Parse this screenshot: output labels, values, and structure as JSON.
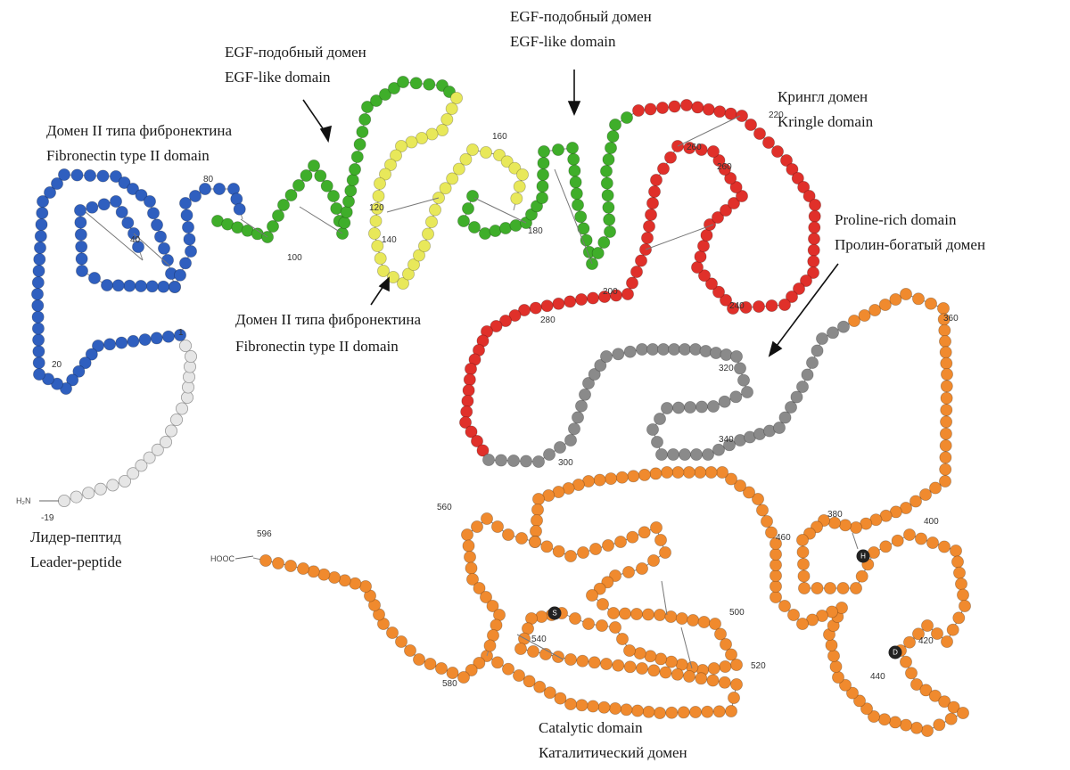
{
  "domain_labels": {
    "egf1_ru": "EGF-подобный домен",
    "egf1_en": "EGF-like domain",
    "egf2_ru": "EGF-подобный домен",
    "egf2_en": "EGF-like domain",
    "fn1_ru": "Домен II типа фибронектина",
    "fn1_en": "Fibronectin type II  domain",
    "fn2_ru": "Домен II типа фибронектина",
    "fn2_en": "Fibronectin type II  domain",
    "kringle_ru": "Крингл домен",
    "kringle_en": "Kringle domain",
    "proline_en": "Proline-rich domain",
    "proline_ru": "Пролин-богатый домен",
    "leader_ru": "Лидер-пептид",
    "leader_en": "Leader-peptide",
    "catalytic_en": "Catalytic domain",
    "catalytic_ru": "Каталитический домен"
  },
  "termini": {
    "n_term": "H₂N",
    "c_term": "HOOC"
  },
  "position_numbers": [
    "-19",
    "1",
    "20",
    "40",
    "80",
    "100",
    "120",
    "140",
    "160",
    "180",
    "200",
    "220",
    "240",
    "260",
    "260",
    "280",
    "300",
    "320",
    "340",
    "360",
    "380",
    "400",
    "420",
    "440",
    "460",
    "500",
    "520",
    "540",
    "560",
    "580",
    "596"
  ],
  "active_site_residues": [
    "H",
    "D",
    "S"
  ],
  "colors": {
    "leader": "#e6e6e6",
    "fibronectin": "#2f5fbf",
    "egf": "#3fae2a",
    "fibronectin_yellow": "#e8e85a",
    "kringle": "#e0302a",
    "proline": "#8a8a8a",
    "catalytic": "#f08a2e",
    "active_site": "#222222"
  }
}
